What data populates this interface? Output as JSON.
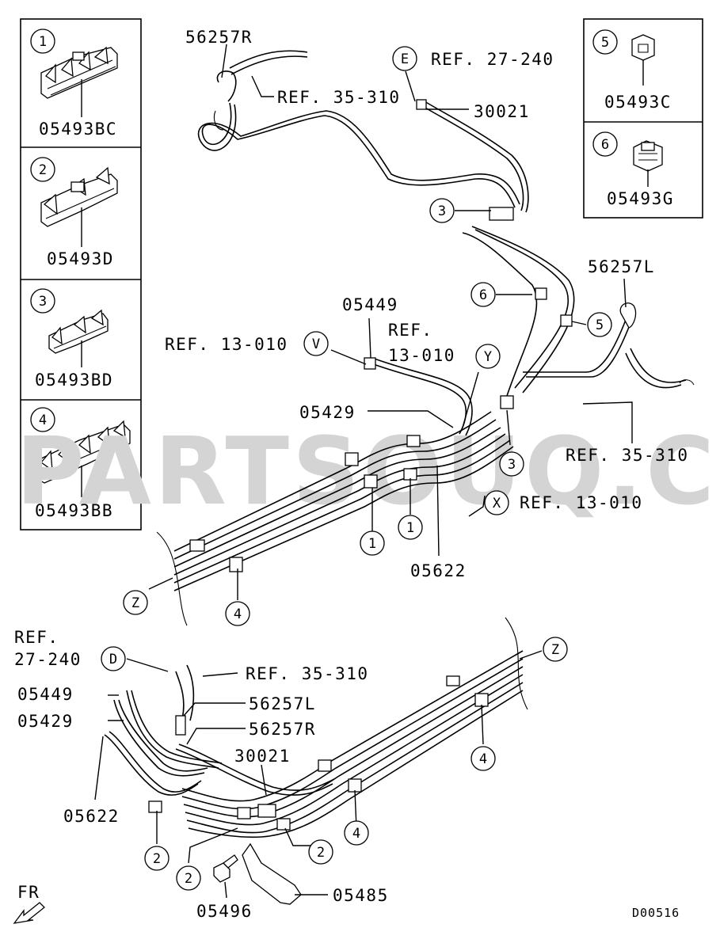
{
  "legend": [
    {
      "index": "1",
      "code": "05493BC"
    },
    {
      "index": "2",
      "code": "05493D"
    },
    {
      "index": "3",
      "code": "05493BD"
    },
    {
      "index": "4",
      "code": "05493BB"
    },
    {
      "index": "5",
      "code": "05493C"
    },
    {
      "index": "6",
      "code": "05493G"
    }
  ],
  "upper": {
    "p56257R": "56257R",
    "ref35_310_a": "REF. 35-310",
    "e_mark": "E",
    "ref27_240": "REF. 27-240",
    "p30021": "30021",
    "c3a": "3",
    "p56257L": "56257L",
    "c6": "6",
    "c5": "5",
    "p05449": "05449",
    "ref13_010_v": "REF. 13-010",
    "v_mark": "V",
    "ref_head": "REF.",
    "ref13_010_y": "13-010",
    "y_mark": "Y",
    "p05429": "05429",
    "ref35_310_b": "REF. 35-310",
    "c3b": "3",
    "x_mark": "X",
    "ref13_010_x": "REF. 13-010",
    "c1a": "1",
    "c1b": "1",
    "p05622": "05622",
    "z_mark": "Z",
    "c4a": "4"
  },
  "lower": {
    "ref_head": "REF.",
    "ref27_240": "27-240",
    "d_mark": "D",
    "ref35_310": "REF. 35-310",
    "z_mark": "Z",
    "p05449": "05449",
    "p56257L": "56257L",
    "p05429": "05429",
    "p56257R": "56257R",
    "p30021": "30021",
    "c4b": "4",
    "p05622": "05622",
    "c4c": "4",
    "c2a": "2",
    "c2b": "2",
    "c2c": "2",
    "p05496": "05496",
    "p05485": "05485"
  },
  "fr": "FR",
  "figure_code": "D00516",
  "watermark": "PARTSOUQ.COM"
}
